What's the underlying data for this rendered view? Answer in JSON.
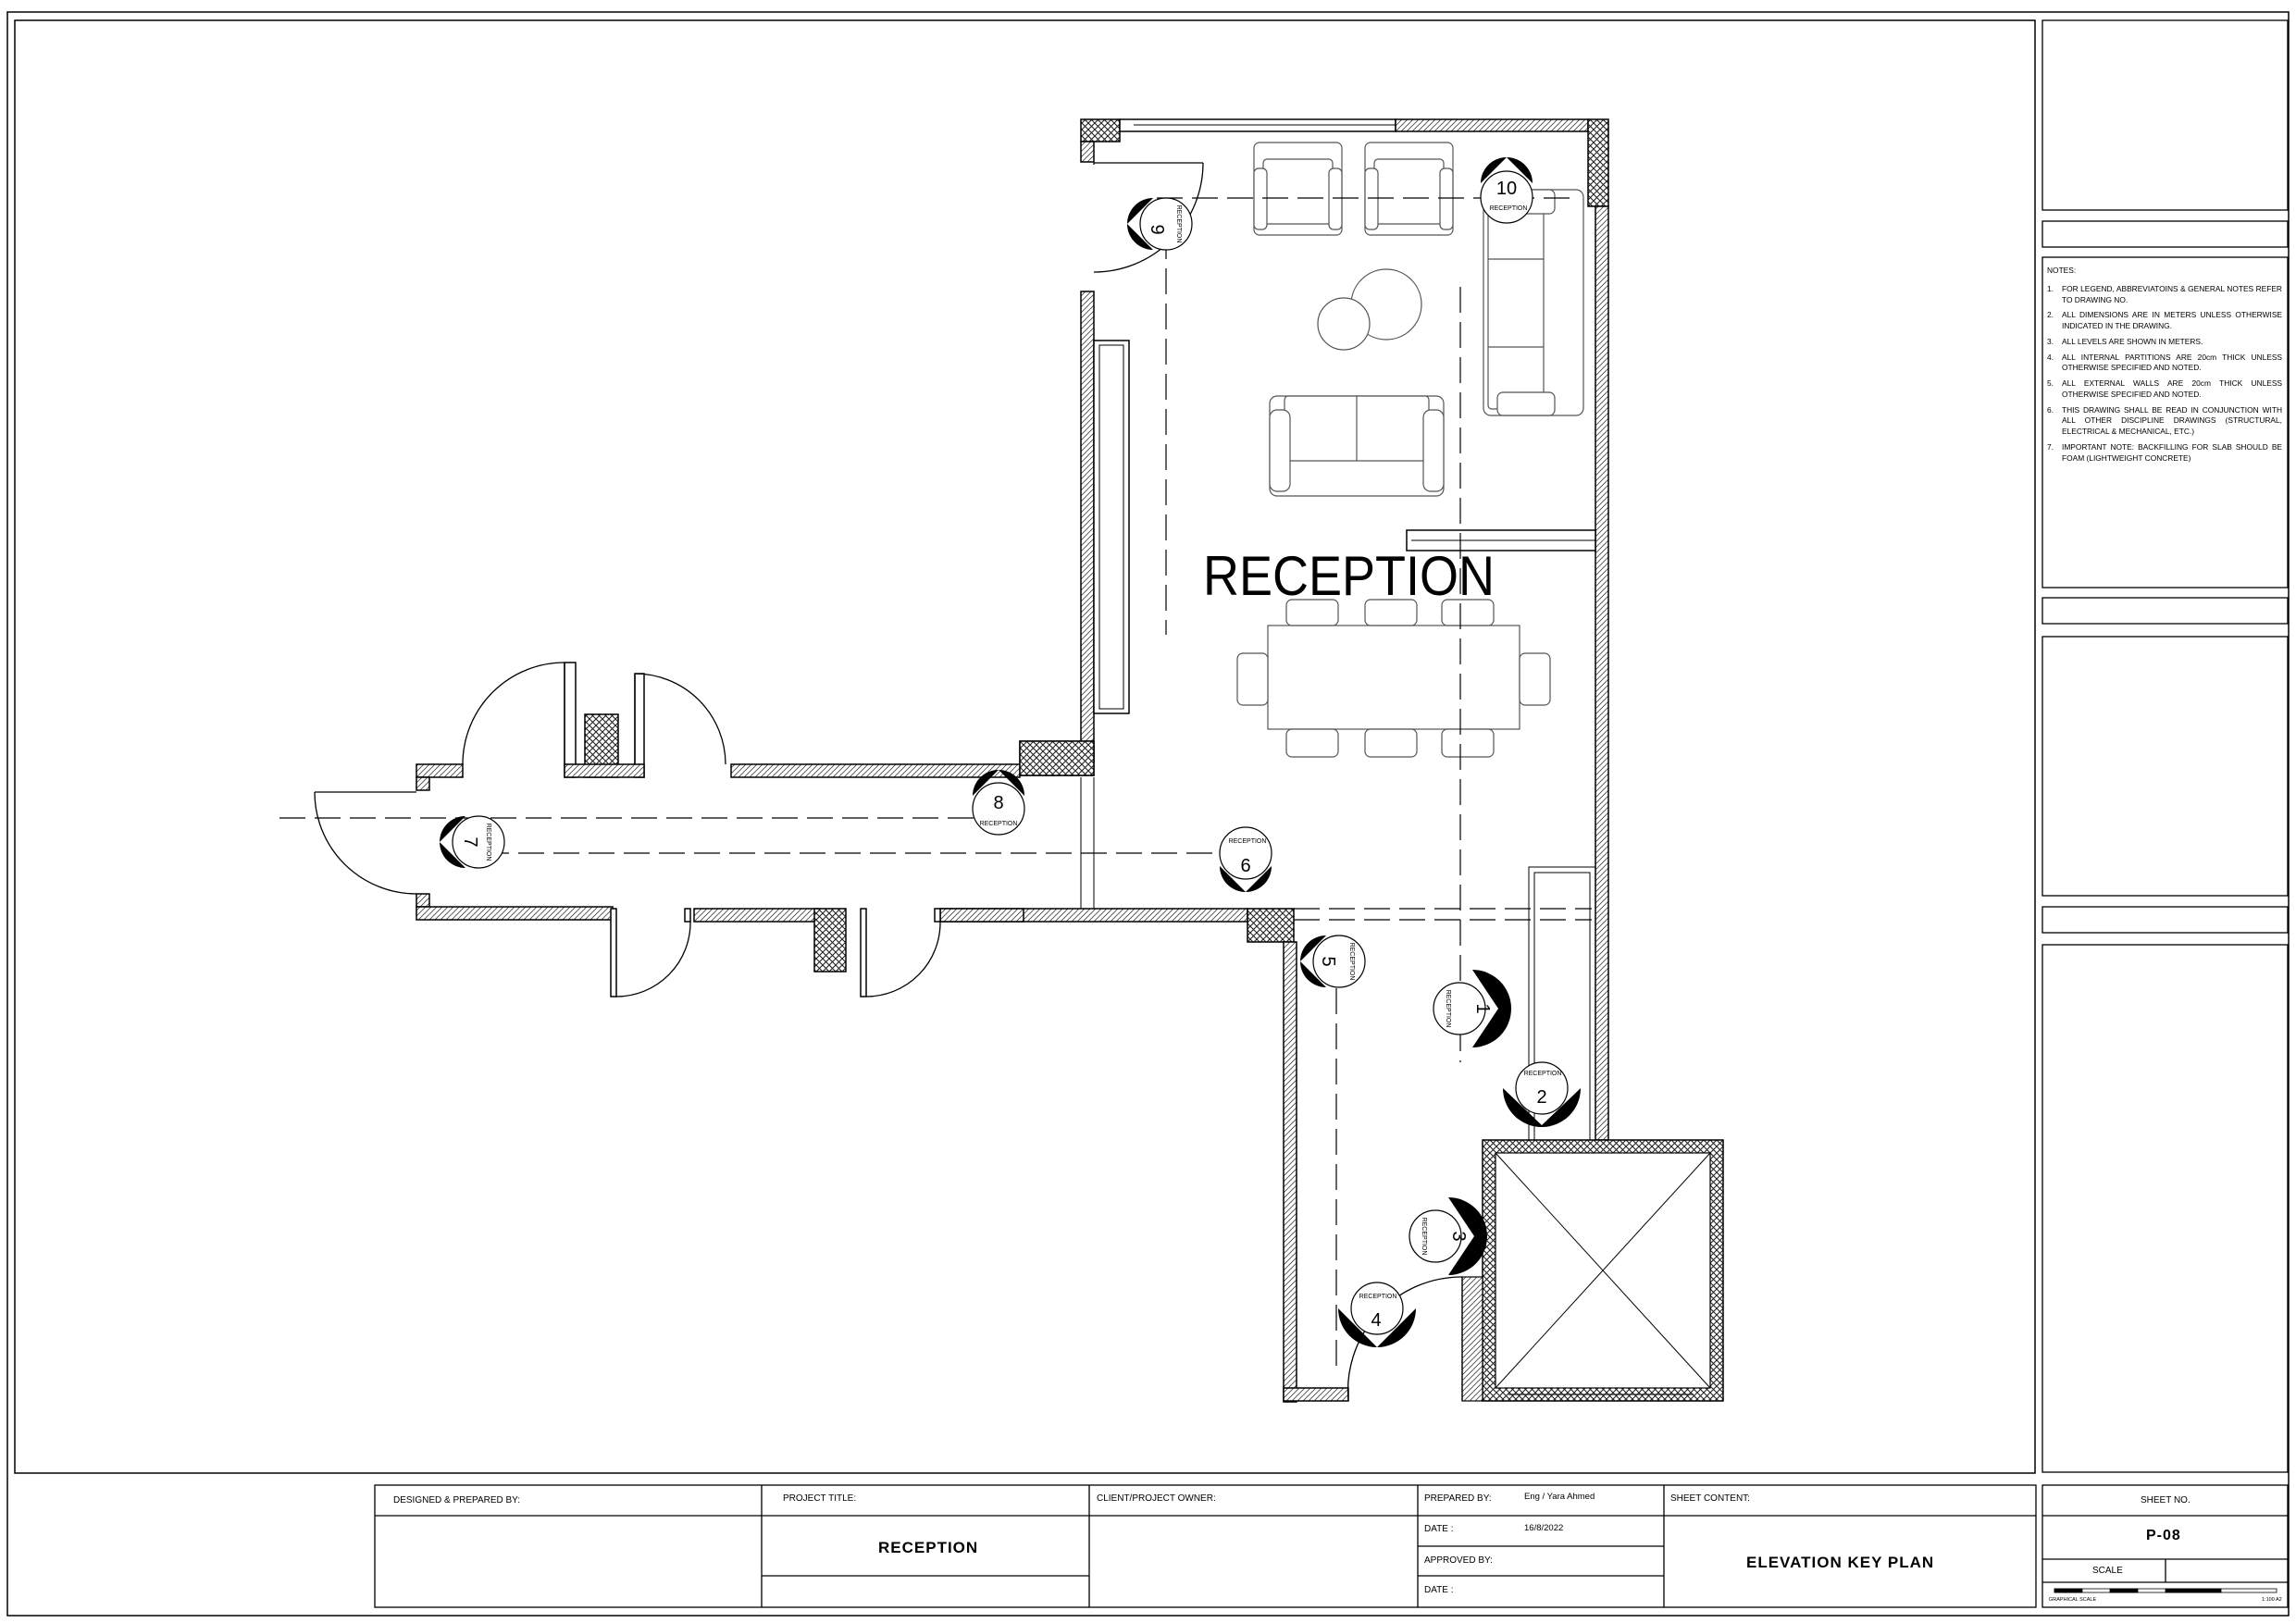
{
  "drawing": {
    "room_name": "RECEPTION",
    "markers": [
      {
        "number": "1",
        "label": "RECEPTION"
      },
      {
        "number": "2",
        "label": "RECEPTION"
      },
      {
        "number": "3",
        "label": "RECEPTION"
      },
      {
        "number": "4",
        "label": "RECEPTION"
      },
      {
        "number": "5",
        "label": "RECEPTION"
      },
      {
        "number": "6",
        "label": "RECEPTION"
      },
      {
        "number": "7",
        "label": "RECEPTION"
      },
      {
        "number": "8",
        "label": "RECEPTION"
      },
      {
        "number": "9",
        "label": "RECEPTION"
      },
      {
        "number": "10",
        "label": "RECEPTION"
      }
    ]
  },
  "notes": {
    "title": "NOTES:",
    "items": [
      {
        "num": "1.",
        "text": "FOR LEGEND, ABBREVIATOINS & GENERAL NOTES REFER TO DRAWING NO."
      },
      {
        "num": "2.",
        "text": "ALL DIMENSIONS ARE IN METERS UNLESS OTHERWISE INDICATED IN THE DRAWING."
      },
      {
        "num": "3.",
        "text": "ALL LEVELS ARE SHOWN IN METERS."
      },
      {
        "num": "4.",
        "text": "ALL INTERNAL PARTITIONS ARE 20cm THICK UNLESS OTHERWISE SPECIFIED AND NOTED."
      },
      {
        "num": "5.",
        "text": "ALL EXTERNAL WALLS ARE 20cm THICK UNLESS OTHERWISE SPECIFIED AND NOTED."
      },
      {
        "num": "6.",
        "text": "THIS DRAWING SHALL BE READ IN CONJUNCTION WITH ALL OTHER DISCIPLINE DRAWINGS (STRUCTURAL, ELECTRICAL & MECHANICAL, ETC.)"
      },
      {
        "num": "7.",
        "text": "IMPORTANT NOTE: BACKFILLING FOR SLAB SHOULD BE FOAM (LIGHTWEIGHT CONCRETE)"
      }
    ]
  },
  "title_block": {
    "designed_label": "DESIGNED & PREPARED BY:",
    "project_title_label": "PROJECT TITLE:",
    "project_title": "RECEPTION",
    "client_label": "CLIENT/PROJECT OWNER:",
    "prepared_by_label": "PREPARED BY:",
    "prepared_by": "Eng / Yara Ahmed",
    "date_label": "DATE :",
    "date": "16/8/2022",
    "approved_label": "APPROVED BY:",
    "date2_label": "DATE :",
    "sheet_content_label": "SHEET CONTENT:",
    "sheet_content": "ELEVATION KEY PLAN",
    "sheet_no_label": "SHEET NO.",
    "sheet_no": "P-08",
    "scale_label": "SCALE",
    "graphical_scale_label": "GRAPHICAL SCALE",
    "scale_ratio": "1:100 A2"
  }
}
